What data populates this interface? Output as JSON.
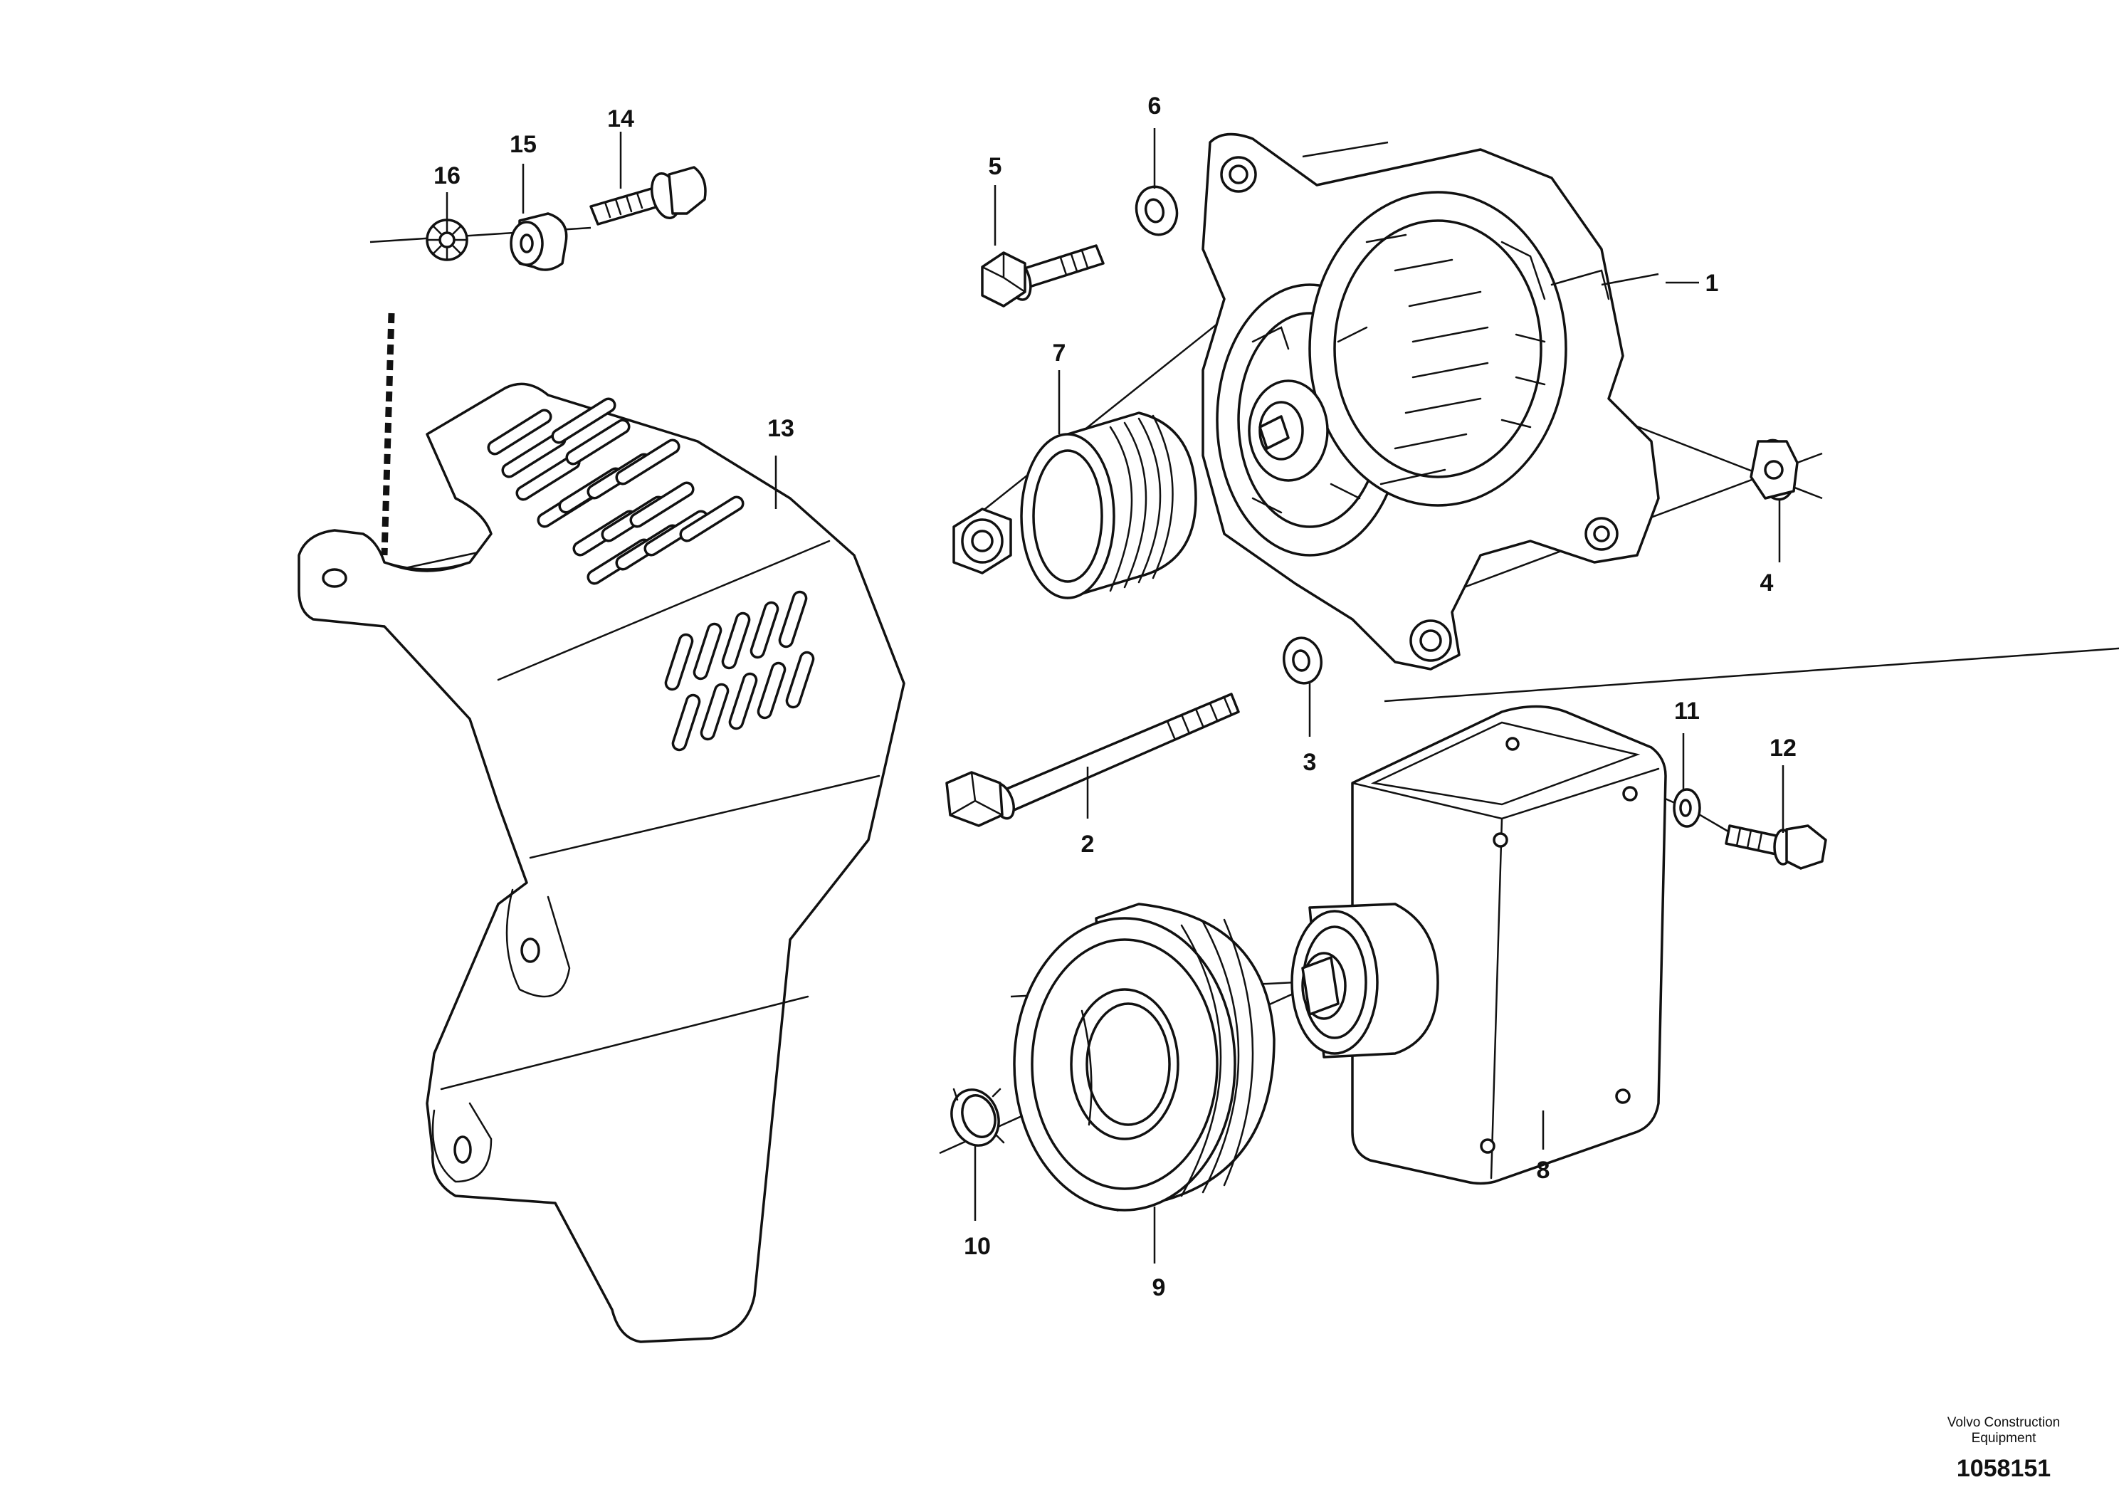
{
  "diagram": {
    "callouts": [
      "1",
      "2",
      "3",
      "4",
      "5",
      "6",
      "7",
      "8",
      "9",
      "10",
      "11",
      "12",
      "13",
      "14",
      "15",
      "16"
    ],
    "credit_line": "Volvo Construction Equipment",
    "drawing_number": "1058151"
  }
}
